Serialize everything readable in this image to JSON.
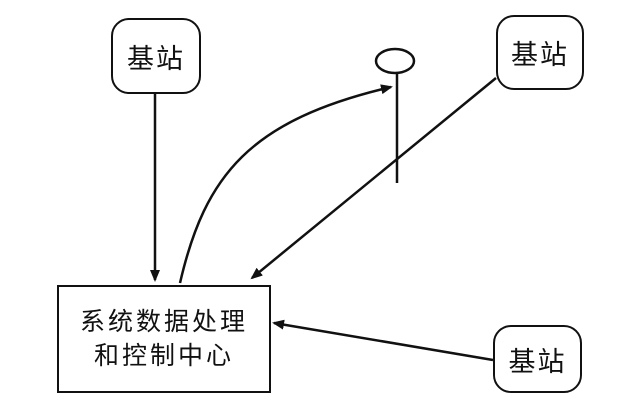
{
  "stations": {
    "top_left": "基站",
    "top_right": "基站",
    "bottom_right": "基站"
  },
  "center": {
    "line1": "系统数据处理",
    "line2": "和控制中心"
  }
}
